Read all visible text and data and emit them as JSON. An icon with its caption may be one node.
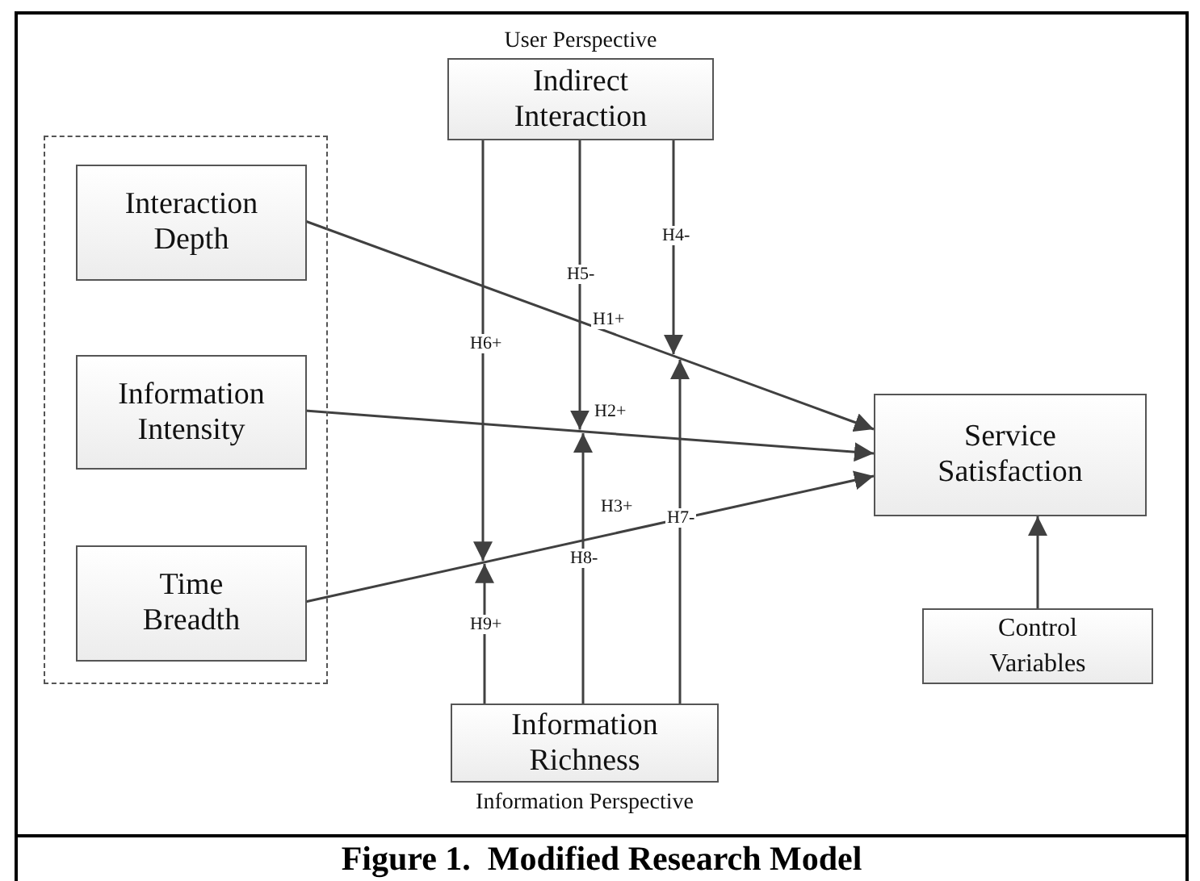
{
  "diagram": {
    "caption": "Figure 1.  Modified Research Model",
    "nodes": [
      {
        "text": [],
        "shape": "box"
      },
      {
        "text": [
          "Interaction Depth"
        ],
        "in": 0
      },
      {
        "text": [
          "Information Intensity"
        ],
        "in": 0
      },
      {
        "text": [
          "Time Breadth"
        ],
        "in": 0
      },
      {
        "text": [
          "Indirect Interaction"
        ],
        "beside": [
          "User Perspective"
        ]
      },
      {
        "text": [
          "Information Richness"
        ],
        "beside": [
          "Information Perspective"
        ]
      },
      {
        "text": [
          "Service Satisfaction"
        ]
      },
      {
        "text": [
          "Control Variables"
        ]
      }
    ],
    "edges": [
      {
        "from": 1,
        "to": 6,
        "arrow": "to",
        "label": "H1+"
      },
      {
        "from": 2,
        "to": 6,
        "arrow": "to",
        "label": "H2+"
      },
      {
        "from": 3,
        "to": 6,
        "arrow": "to",
        "label": "H3+"
      },
      {
        "from": 4,
        "to": null,
        "arrow": "to",
        "label": "H4-"
      },
      {
        "from": 4,
        "to": null,
        "arrow": "to",
        "label": "H5-"
      },
      {
        "from": 4,
        "to": null,
        "arrow": "to",
        "label": "H6+"
      },
      {
        "from": 5,
        "to": null,
        "arrow": "to",
        "label": "H7-"
      },
      {
        "from": 5,
        "to": null,
        "arrow": "to",
        "label": "H8-"
      },
      {
        "from": 5,
        "to": null,
        "arrow": "to",
        "label": "H9+"
      },
      {
        "from": 7,
        "to": 6,
        "arrow": "to"
      }
    ]
  }
}
